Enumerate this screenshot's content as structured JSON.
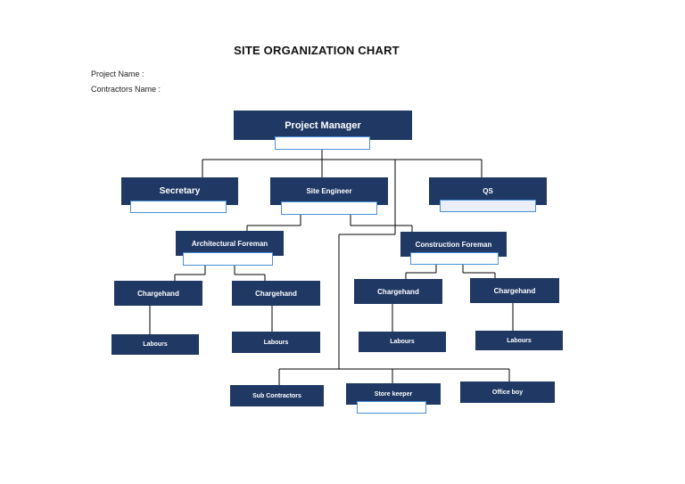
{
  "header": {
    "title": "SITE ORGANIZATION CHART",
    "project_name_label": "Project Name :",
    "contractors_name_label": "Contractors Name :"
  },
  "nodes": {
    "project_manager": "Project Manager",
    "secretary": "Secretary",
    "site_engineer": "Site Engineer",
    "qs": "QS",
    "architectural_foreman": "Architectural Foreman",
    "construction_foreman": "Construction  Foreman",
    "chargehand_1": "Chargehand",
    "chargehand_2": "Chargehand",
    "chargehand_3": "Chargehand",
    "chargehand_4": "Chargehand",
    "labours_1": "Labours",
    "labours_2": "Labours",
    "labours_3": "Labours",
    "labours_4": "Labours",
    "sub_contractors": "Sub Contractors",
    "store_keeper": "Store keeper",
    "office_boy": "Office boy"
  },
  "colors": {
    "box_fill": "#1f3864",
    "box_text": "#ffffff",
    "slot_border": "#4a90d9",
    "connector": "#000000"
  }
}
